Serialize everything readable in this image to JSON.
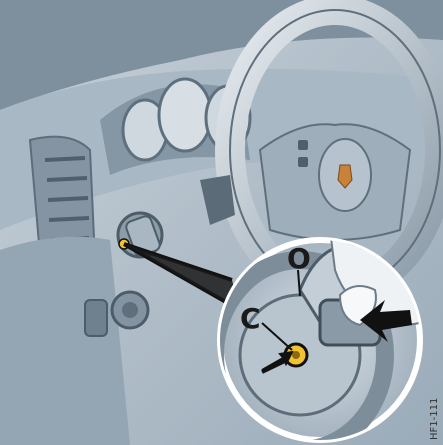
{
  "illustration": {
    "callouts": {
      "c": "C",
      "o": "O"
    },
    "reference_code": "HF1-111",
    "colors": {
      "background": "#b9c4ce",
      "dashboard": "#9fb0bf",
      "shadow": "#6f8291",
      "highlight": "#dde4ea",
      "marker_yellow": "#f2c230",
      "line_black": "#111111"
    }
  }
}
